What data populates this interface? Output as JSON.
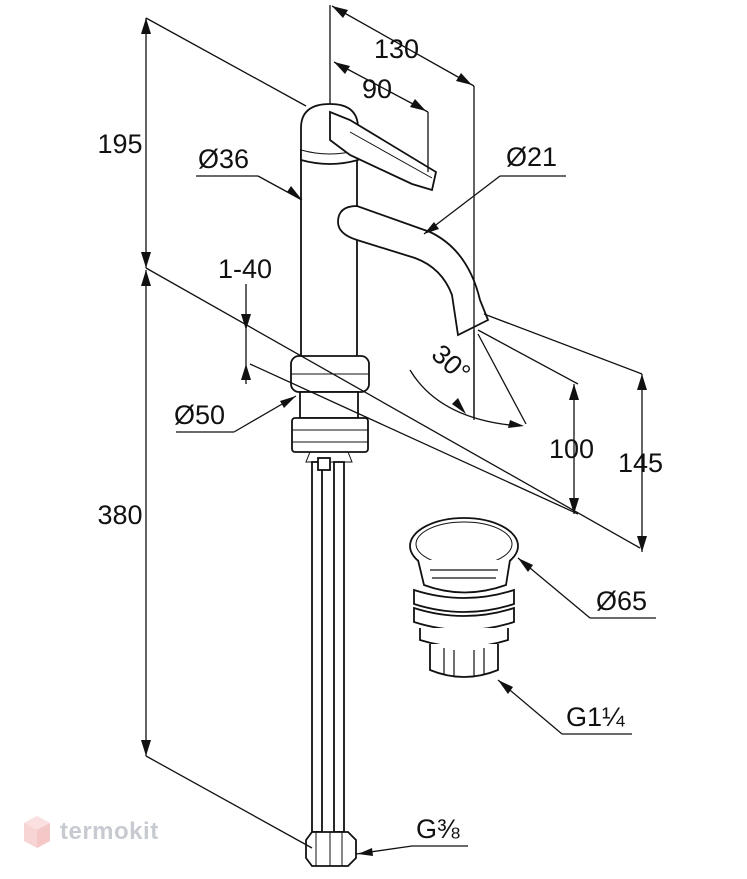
{
  "dimensions": {
    "spout_reach": "130",
    "lever_reach": "90",
    "height_top": "195",
    "body_diameter": "Ø36",
    "spout_diameter": "Ø21",
    "deck_thickness": "1-40",
    "spout_angle": "30°",
    "spout_height": "100",
    "handle_height": "145",
    "base_diameter": "Ø50",
    "hose_length": "380",
    "waste_diameter": "Ø65",
    "waste_thread": "G1¼",
    "hose_thread": "G⅜"
  },
  "watermark": {
    "text": "termokit",
    "icon": "cube-logo-icon",
    "color": "#9aa0aa"
  }
}
